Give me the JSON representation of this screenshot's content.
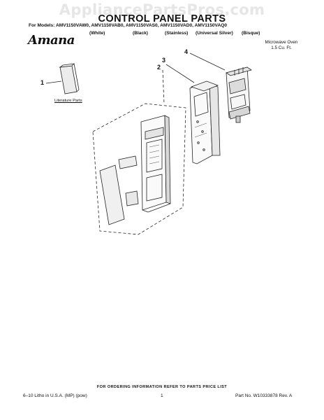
{
  "watermark": "AppliancePartsPros.com",
  "title": "CONTROL PANEL PARTS",
  "models_line": "For Models: AMV1150VAW0, AMV1150VAB0, AMV1150VAS0, AMV1150VAD0, AMV1150VAQ0",
  "model_colors": [
    "(White)",
    "(Black)",
    "(Stainless)",
    "(Universal Silver)",
    "(Bisque)"
  ],
  "brand": "Amana",
  "product_line1": "Microwave Oven",
  "product_line2": "1.5 Cu. Ft.",
  "callouts": [
    "1",
    "2",
    "3",
    "4"
  ],
  "literature_label": "Literature Parts",
  "footer": {
    "note": "FOR ORDERING INFORMATION REFER TO PARTS PRICE LIST",
    "left": "6–10 Litho in U.S.A. (MP) (pow)",
    "page": "1",
    "right": "Part No. W10333878 Rev. A"
  }
}
